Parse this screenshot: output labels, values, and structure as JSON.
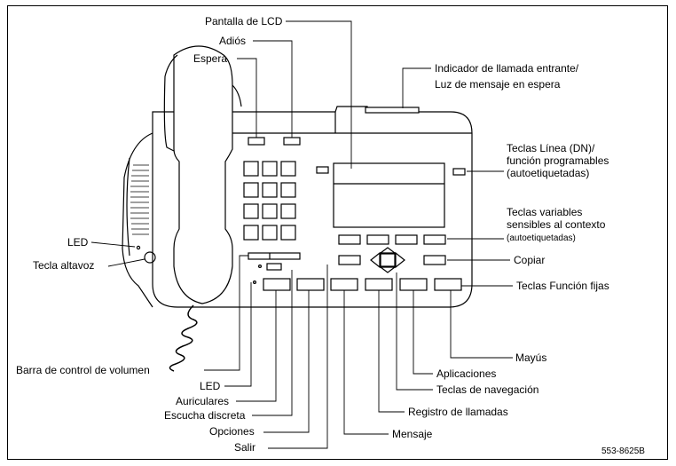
{
  "labels": {
    "pantalla_lcd": "Pantalla de LCD",
    "adios": "Adiós",
    "espera": "Espera",
    "indicador_1": "Indicador de llamada entrante/",
    "indicador_2": "Luz de mensaje en espera",
    "teclas_linea_1": "Teclas Línea (DN)/",
    "teclas_linea_2": "función programables",
    "teclas_linea_3": "(autoetiquetadas)",
    "teclas_var_1": "Teclas variables",
    "teclas_var_2": "sensibles al contexto",
    "teclas_var_3": "(autoetiquetadas)",
    "copiar": "Copiar",
    "teclas_funcion": "Teclas Función fijas",
    "led_left": "LED",
    "tecla_altavoz": "Tecla altavoz",
    "mayus": "Mayús",
    "aplicaciones": "Aplicaciones",
    "teclas_navegacion": "Teclas de navegación",
    "registro_llamadas": "Registro de llamadas",
    "mensaje": "Mensaje",
    "salir": "Salir",
    "opciones": "Opciones",
    "escucha_discreta": "Escucha discreta",
    "auriculares": "Auriculares",
    "led_bottom": "LED",
    "barra_volumen": "Barra de control de volumen",
    "code": "553-8625B"
  }
}
